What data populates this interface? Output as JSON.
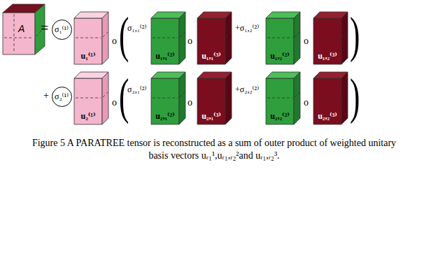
{
  "diagram": {
    "caption": "Figure 5 A PARATREE tensor is reconstructed as a sum of outer product of weighted unitary basis vectors uᵣ₁¹,uᵣ₁,ᵣ₂²and uᵣ₁,ᵣ₂³.",
    "nodes": [
      {
        "text": [
          "A"
        ]
      },
      {
        "text": [
          "σ₁⁽¹⁾"
        ]
      },
      {
        "text": [
          "u₁⁽¹⁾"
        ]
      },
      {
        "text": [
          "u₁,₁⁽²⁾"
        ]
      },
      {
        "text": [
          "u₁,₁⁽³⁾"
        ]
      },
      {
        "text": [
          "u₁,₂⁽²⁾"
        ]
      },
      {
        "text": [
          "u₁,₂⁽³⁾"
        ]
      },
      {
        "text": [
          "σ₂⁽¹⁾"
        ]
      },
      {
        "text": [
          "u₂⁽¹⁾"
        ]
      },
      {
        "text": [
          "u₂,₁⁽²⁾"
        ]
      },
      {
        "text": [
          "u₂,₁⁽³⁾"
        ]
      },
      {
        "text": [
          "u₂,₂⁽²⁾"
        ]
      },
      {
        "text": [
          "u₂,₂⁽³⁾"
        ]
      }
    ],
    "labels": [
      "=",
      "o",
      "(",
      "σ₁,₁⁽²⁾",
      "o",
      "+σ₁,₂⁽²⁾",
      "o",
      ")",
      "+",
      "o",
      "(",
      "σ₂,₁⁽²⁾",
      "o",
      "+σ₂,₂⁽²⁾",
      "o",
      ")"
    ]
  }
}
